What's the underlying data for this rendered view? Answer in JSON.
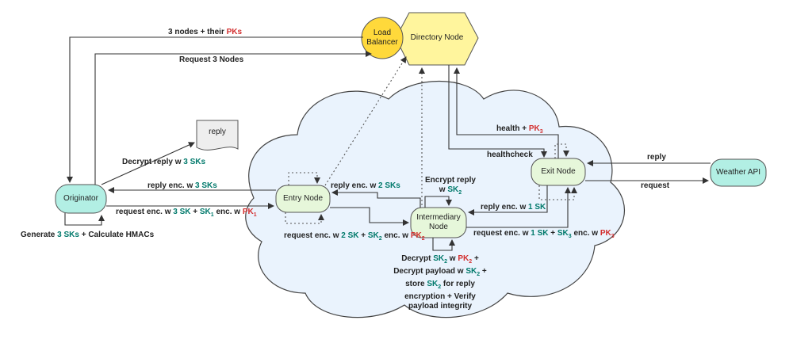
{
  "colors": {
    "cloud_fill": "#eaf3fd",
    "cloud_stroke": "#444444",
    "node_teal": "#b2efe4",
    "node_green": "#e6f7da",
    "load_balancer": "#ffd93b",
    "directory": "#fff59d",
    "arrow": "#333333",
    "sk_green": "#00796b",
    "pk_red": "#d32f2f"
  },
  "nodes": {
    "load_balancer": "Load Balancer",
    "directory": "Directory Node",
    "reply_doc": "reply",
    "originator": "Originator",
    "entry": "Entry Node",
    "intermediary": "Intermediary Node",
    "exit": "Exit Node",
    "weather": "Weather API"
  },
  "labels": {
    "three_nodes": {
      "a": "3 nodes + their ",
      "pk": "PKs"
    },
    "request_three": "Request 3 Nodes",
    "decrypt_reply": {
      "a": "Decrypt reply w ",
      "sk": "3 SKs"
    },
    "reply_enc_3": {
      "a": "reply enc. w ",
      "sk": "3 SKs"
    },
    "request_enc_3": {
      "a": "request enc. w ",
      "sk": "3 SK",
      "b": " + ",
      "sk1": "SK",
      "sk1_sub": "1",
      "c": " enc. w ",
      "pk1": "PK",
      "pk1_sub": "1"
    },
    "generate": {
      "a": "Generate ",
      "sk": "3 SKs",
      "b": " + Calculate HMACs"
    },
    "reply_enc_2": {
      "a": "reply enc. w ",
      "sk": "2 SKs"
    },
    "request_enc_2": {
      "a": "request enc. w ",
      "sk": "2 SK",
      "b": " + ",
      "sk2": "SK",
      "sk2_sub": "2",
      "c": " enc. w ",
      "pk2": "PK",
      "pk2_sub": "2"
    },
    "encrypt_reply": {
      "a": "Encrypt reply",
      "b": "w ",
      "sk2": "SK",
      "sk2_sub": "2"
    },
    "reply_enc_1": {
      "a": "reply enc. w ",
      "sk": "1 SK"
    },
    "request_enc_1": {
      "a": "request enc. w ",
      "sk": "1 SK",
      "b": " + ",
      "sk3": "SK",
      "sk3_sub": "3",
      "c": " enc. w ",
      "pk3": "PK",
      "pk3_sub": "3"
    },
    "health": {
      "a": "health + ",
      "pk3": "PK",
      "pk3_sub": "3"
    },
    "healthcheck": "healthcheck",
    "reply_weather": "reply",
    "request_weather": "request",
    "decrypt_block": {
      "l1a": "Decrypt ",
      "l1sk": "SK",
      "l1sk_sub": "2",
      "l1b": " w ",
      "l1pk": "PK",
      "l1pk_sub": "2",
      "l1c": " +",
      "l2a": "Decrypt payload w ",
      "l2sk": "SK",
      "l2sk_sub": "2",
      "l2b": " +",
      "l3a": "store ",
      "l3sk": "SK",
      "l3sk_sub": "2",
      "l3b": " for reply",
      "l4": "encryption + Verify",
      "l5": "payload integrity"
    }
  }
}
